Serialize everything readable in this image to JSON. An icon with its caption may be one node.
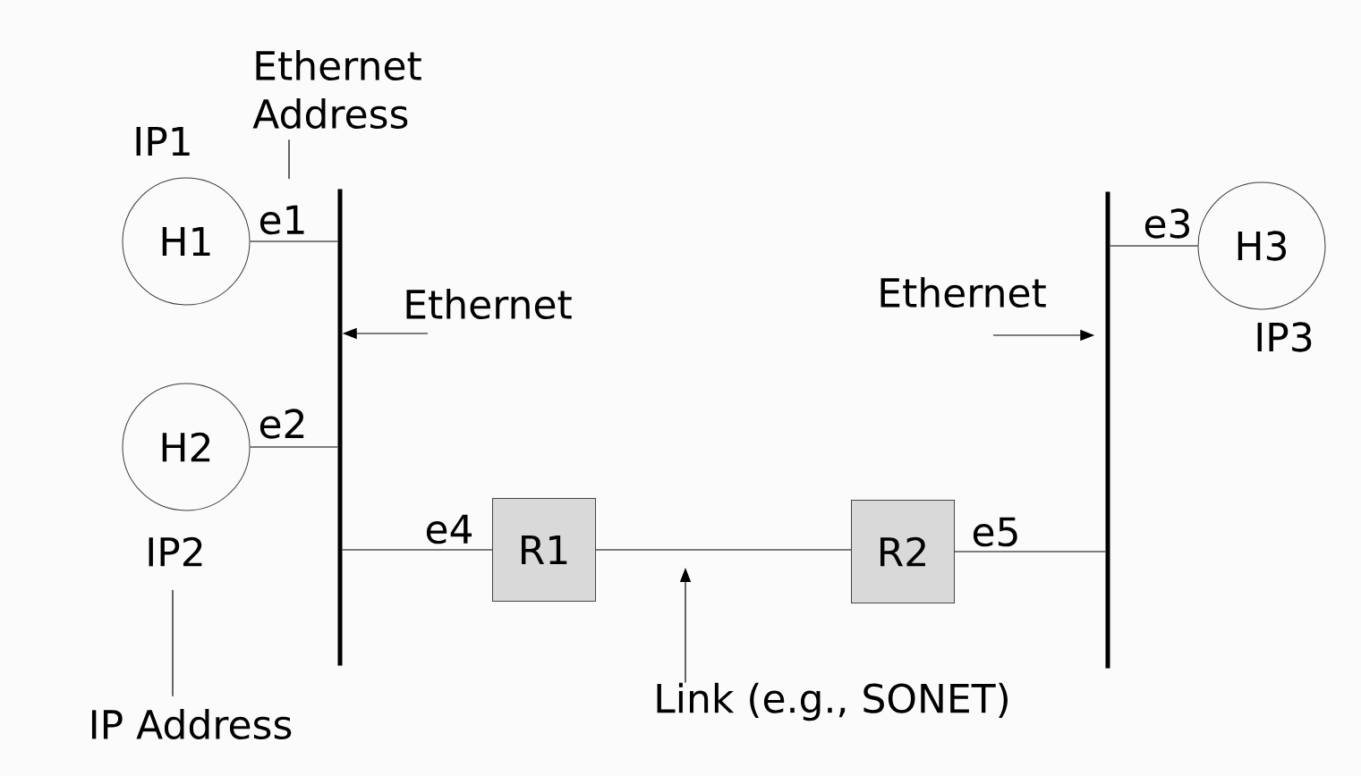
{
  "diagram": {
    "nodes": [
      {
        "text": [
          "H1"
        ],
        "beside": [
          "IP1"
        ]
      },
      {
        "text": [
          "H2"
        ],
        "beside": [
          "IP2"
        ]
      },
      {
        "text": [
          "H3"
        ],
        "beside": [
          "IP3"
        ]
      },
      {
        "text": [
          "R1"
        ]
      },
      {
        "text": [
          "R2"
        ]
      },
      {
        "text": [],
        "shape": "bar"
      },
      {
        "text": [],
        "shape": "bar"
      },
      {
        "text": [
          "Ethernet Address"
        ]
      },
      {
        "text": [
          "IP Address"
        ]
      },
      {
        "text": [
          "Ethernet"
        ]
      },
      {
        "text": [
          "Ethernet"
        ]
      },
      {
        "text": [
          "Link (e.g., SONET)"
        ]
      }
    ],
    "edges": [
      {
        "from": 0,
        "to": 5,
        "arrow": "none",
        "label": "e1"
      },
      {
        "from": 1,
        "to": 5,
        "arrow": "none",
        "label": "e2"
      },
      {
        "from": 2,
        "to": 6,
        "arrow": "none",
        "label": "e3"
      },
      {
        "from": 5,
        "to": 3,
        "arrow": "none",
        "label": "e4"
      },
      {
        "from": 3,
        "to": 4,
        "arrow": "none"
      },
      {
        "from": 4,
        "to": 6,
        "arrow": "none",
        "label": "e5"
      },
      {
        "from": 7,
        "to": null,
        "arrow": "none"
      },
      {
        "from": 8,
        "to": null,
        "arrow": "none"
      },
      {
        "from": 9,
        "to": 5,
        "arrow": "to"
      },
      {
        "from": 10,
        "to": 6,
        "arrow": "to"
      },
      {
        "from": 11,
        "to": null,
        "arrow": "to"
      }
    ]
  }
}
